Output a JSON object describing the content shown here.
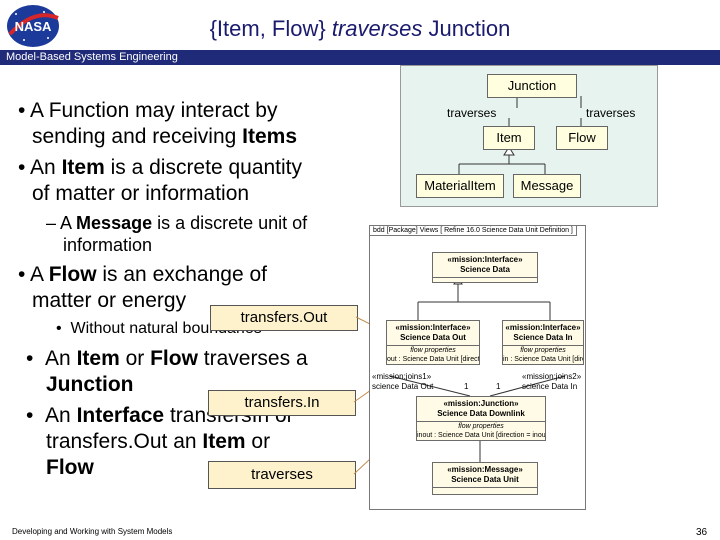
{
  "header": {
    "title_prefix": "{Item, Flow} ",
    "title_italic": "traverses",
    "title_suffix": " Junction",
    "banner": "Model-Based Systems Engineering",
    "logo_text": "NASA"
  },
  "bullets": {
    "b1_a": "A Function may interact by",
    "b1_b_pre": "sending and receiving ",
    "b1_b_bold": "Items",
    "b2_a_pre": "An ",
    "b2_a_bold": "Item",
    "b2_a_post": " is a discrete quantity",
    "b2_b": "of matter or information",
    "s1_a_pre": "A ",
    "s1_a_bold": "Message",
    "s1_a_post": " is a discrete unit of",
    "s1_b": "information",
    "b3_a_pre": "A ",
    "b3_a_bold": "Flow",
    "b3_a_post": " is an exchange of",
    "b3_b": "matter or energy",
    "ss1": "Without natural boundaries",
    "b4_a_pre": "An ",
    "b4_a_bold1": "Item",
    "b4_a_mid": " or ",
    "b4_a_bold2": "Flow",
    "b4_a_post": " traverses a",
    "b4_b": "Junction",
    "b5_a_pre": "An ",
    "b5_a_bold": "Interface",
    "b5_a_post": " transfersIn or",
    "b5_b_pre": "transfers.Out an ",
    "b5_b_bold": "Item",
    "b5_b_post": " or",
    "b5_c": "Flow"
  },
  "overlays": {
    "transfers_out": "transfers.Out",
    "transfers_in": "transfers.In",
    "traverses": "traverses"
  },
  "diagram1": {
    "junction": "Junction",
    "traverses_left": "traverses",
    "traverses_right": "traverses",
    "item": "Item",
    "flow": "Flow",
    "material_item": "MaterialItem",
    "message": "Message"
  },
  "diagram2": {
    "frame_label": "bdd [Package] Views [ Refine 16.0 Science Data Unit Definition ]",
    "sci_data_stereo": "«mission:Interface»",
    "sci_data_name": "Science Data",
    "out_stereo": "«mission:Interface»",
    "out_name": "Science Data Out",
    "out_comp": "flow properties",
    "out_prop": "out : Science Data Unit [direction = out]",
    "in_stereo": "«mission:Interface»",
    "in_name": "Science Data In",
    "in_comp": "flow properties",
    "in_prop": "in : Science Data Unit [direction = in]",
    "joins1_stereo": "«mission:joins1»",
    "joins1_role": "science Data Out",
    "joins1_mult": "1",
    "joins2_stereo": "«mission:joins2»",
    "joins2_role": "science Data In",
    "joins2_mult": "1",
    "downlink_stereo": "«mission:Junction»",
    "downlink_name": "Science Data Downlink",
    "downlink_comp": "flow properties",
    "downlink_prop": "inout : Science Data Unit [direction = inout]",
    "msg_stereo": "«mission:Message»",
    "msg_name": "Science Data Unit"
  },
  "footer": {
    "text": "Developing and Working with System Models",
    "page": "36"
  },
  "colors": {
    "banner": "#1f2a78",
    "title": "#1a1a6e",
    "overlay_box": "#fdf2cc",
    "diagram_bg": "#e6f3ef"
  }
}
